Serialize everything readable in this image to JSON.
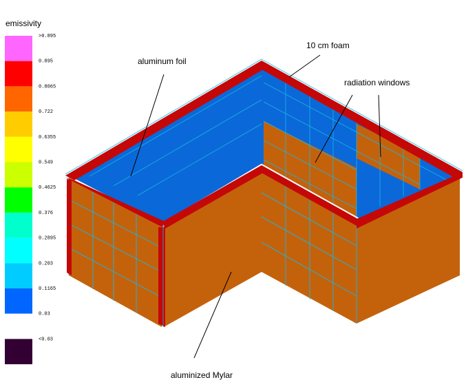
{
  "legend": {
    "title": "emissivity",
    "bands": [
      {
        "label": ">0.895",
        "color": "#ff66ff"
      },
      {
        "label": "0.895",
        "color": "#ff0000"
      },
      {
        "label": "0.8065",
        "color": "#ff6600"
      },
      {
        "label": "0.722",
        "color": "#ffcc00"
      },
      {
        "label": "0.6355",
        "color": "#ffff00"
      },
      {
        "label": "0.549",
        "color": "#ccff00"
      },
      {
        "label": "0.4625",
        "color": "#00ff00"
      },
      {
        "label": "0.376",
        "color": "#00ffcc"
      },
      {
        "label": "0.2895",
        "color": "#00ffff"
      },
      {
        "label": "0.203",
        "color": "#00ccff"
      },
      {
        "label": "0.1165",
        "color": "#0066ff"
      },
      {
        "label": "0.03",
        "color": "#ffffff"
      },
      {
        "label": "<0.03",
        "color": "#330033"
      }
    ]
  },
  "annotations": {
    "foam": "10 cm foam",
    "foil": "aluminum foil",
    "windows": "radiation windows",
    "mylar": "aluminized Mylar"
  },
  "colors": {
    "foil": "#0b68d8",
    "mylar": "#c4620c",
    "foam": "#c40808",
    "grid": "#14b8e6"
  }
}
